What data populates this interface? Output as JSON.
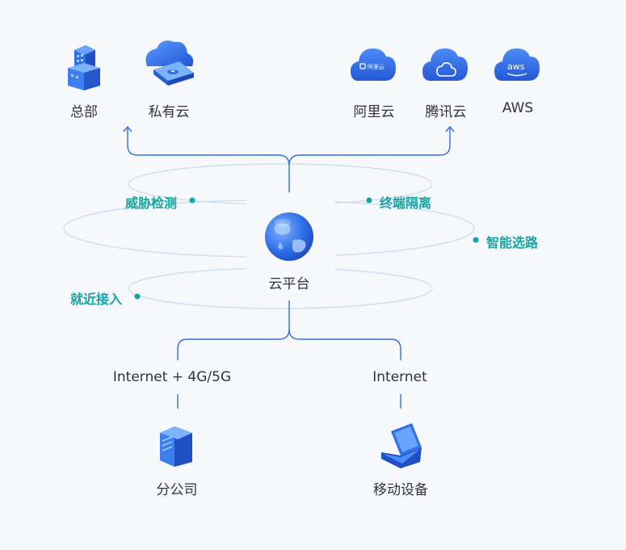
{
  "top_nodes": {
    "hq": "总部",
    "private_cloud": "私有云",
    "aliyun": "阿里云",
    "tencent": "腾讯云",
    "aws": "AWS"
  },
  "center": "云平台",
  "features": {
    "threat": "威胁检测",
    "terminal": "终端隔离",
    "routing": "智能选路",
    "access": "就近接入"
  },
  "links": {
    "branch_link": "Internet + 4G/5G",
    "mobile_link": "Internet"
  },
  "bottom_nodes": {
    "branch": "分公司",
    "mobile": "移动设备"
  },
  "icon_text": {
    "aliyun_logo": "阿里云",
    "aws_logo": "aws"
  },
  "colors": {
    "accent": "#2f6fe8",
    "feature_text": "#17a3a3",
    "ring": "#cfe0f3"
  }
}
